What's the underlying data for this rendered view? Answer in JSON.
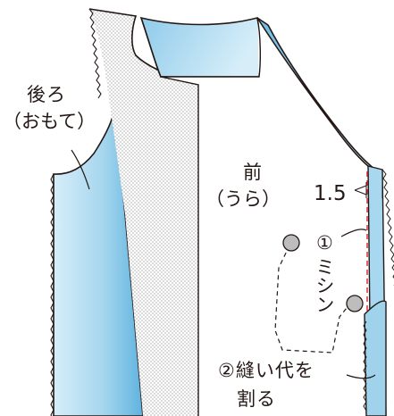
{
  "labels": {
    "back_line1": "後ろ",
    "back_line2": "（おもて）",
    "front_line1": "前",
    "front_line2": "（うら）",
    "measure": "1.5",
    "step1_num": "①",
    "step1_text": "ミシン",
    "step2_line1": "②縫い代を",
    "step2_line2": "割る"
  },
  "colors": {
    "fabric_face": "#9fd3ec",
    "fabric_face_light": "#d6edf8",
    "outline": "#231815",
    "stitch": "#d9232d",
    "dotted_back": "#ffffff"
  }
}
